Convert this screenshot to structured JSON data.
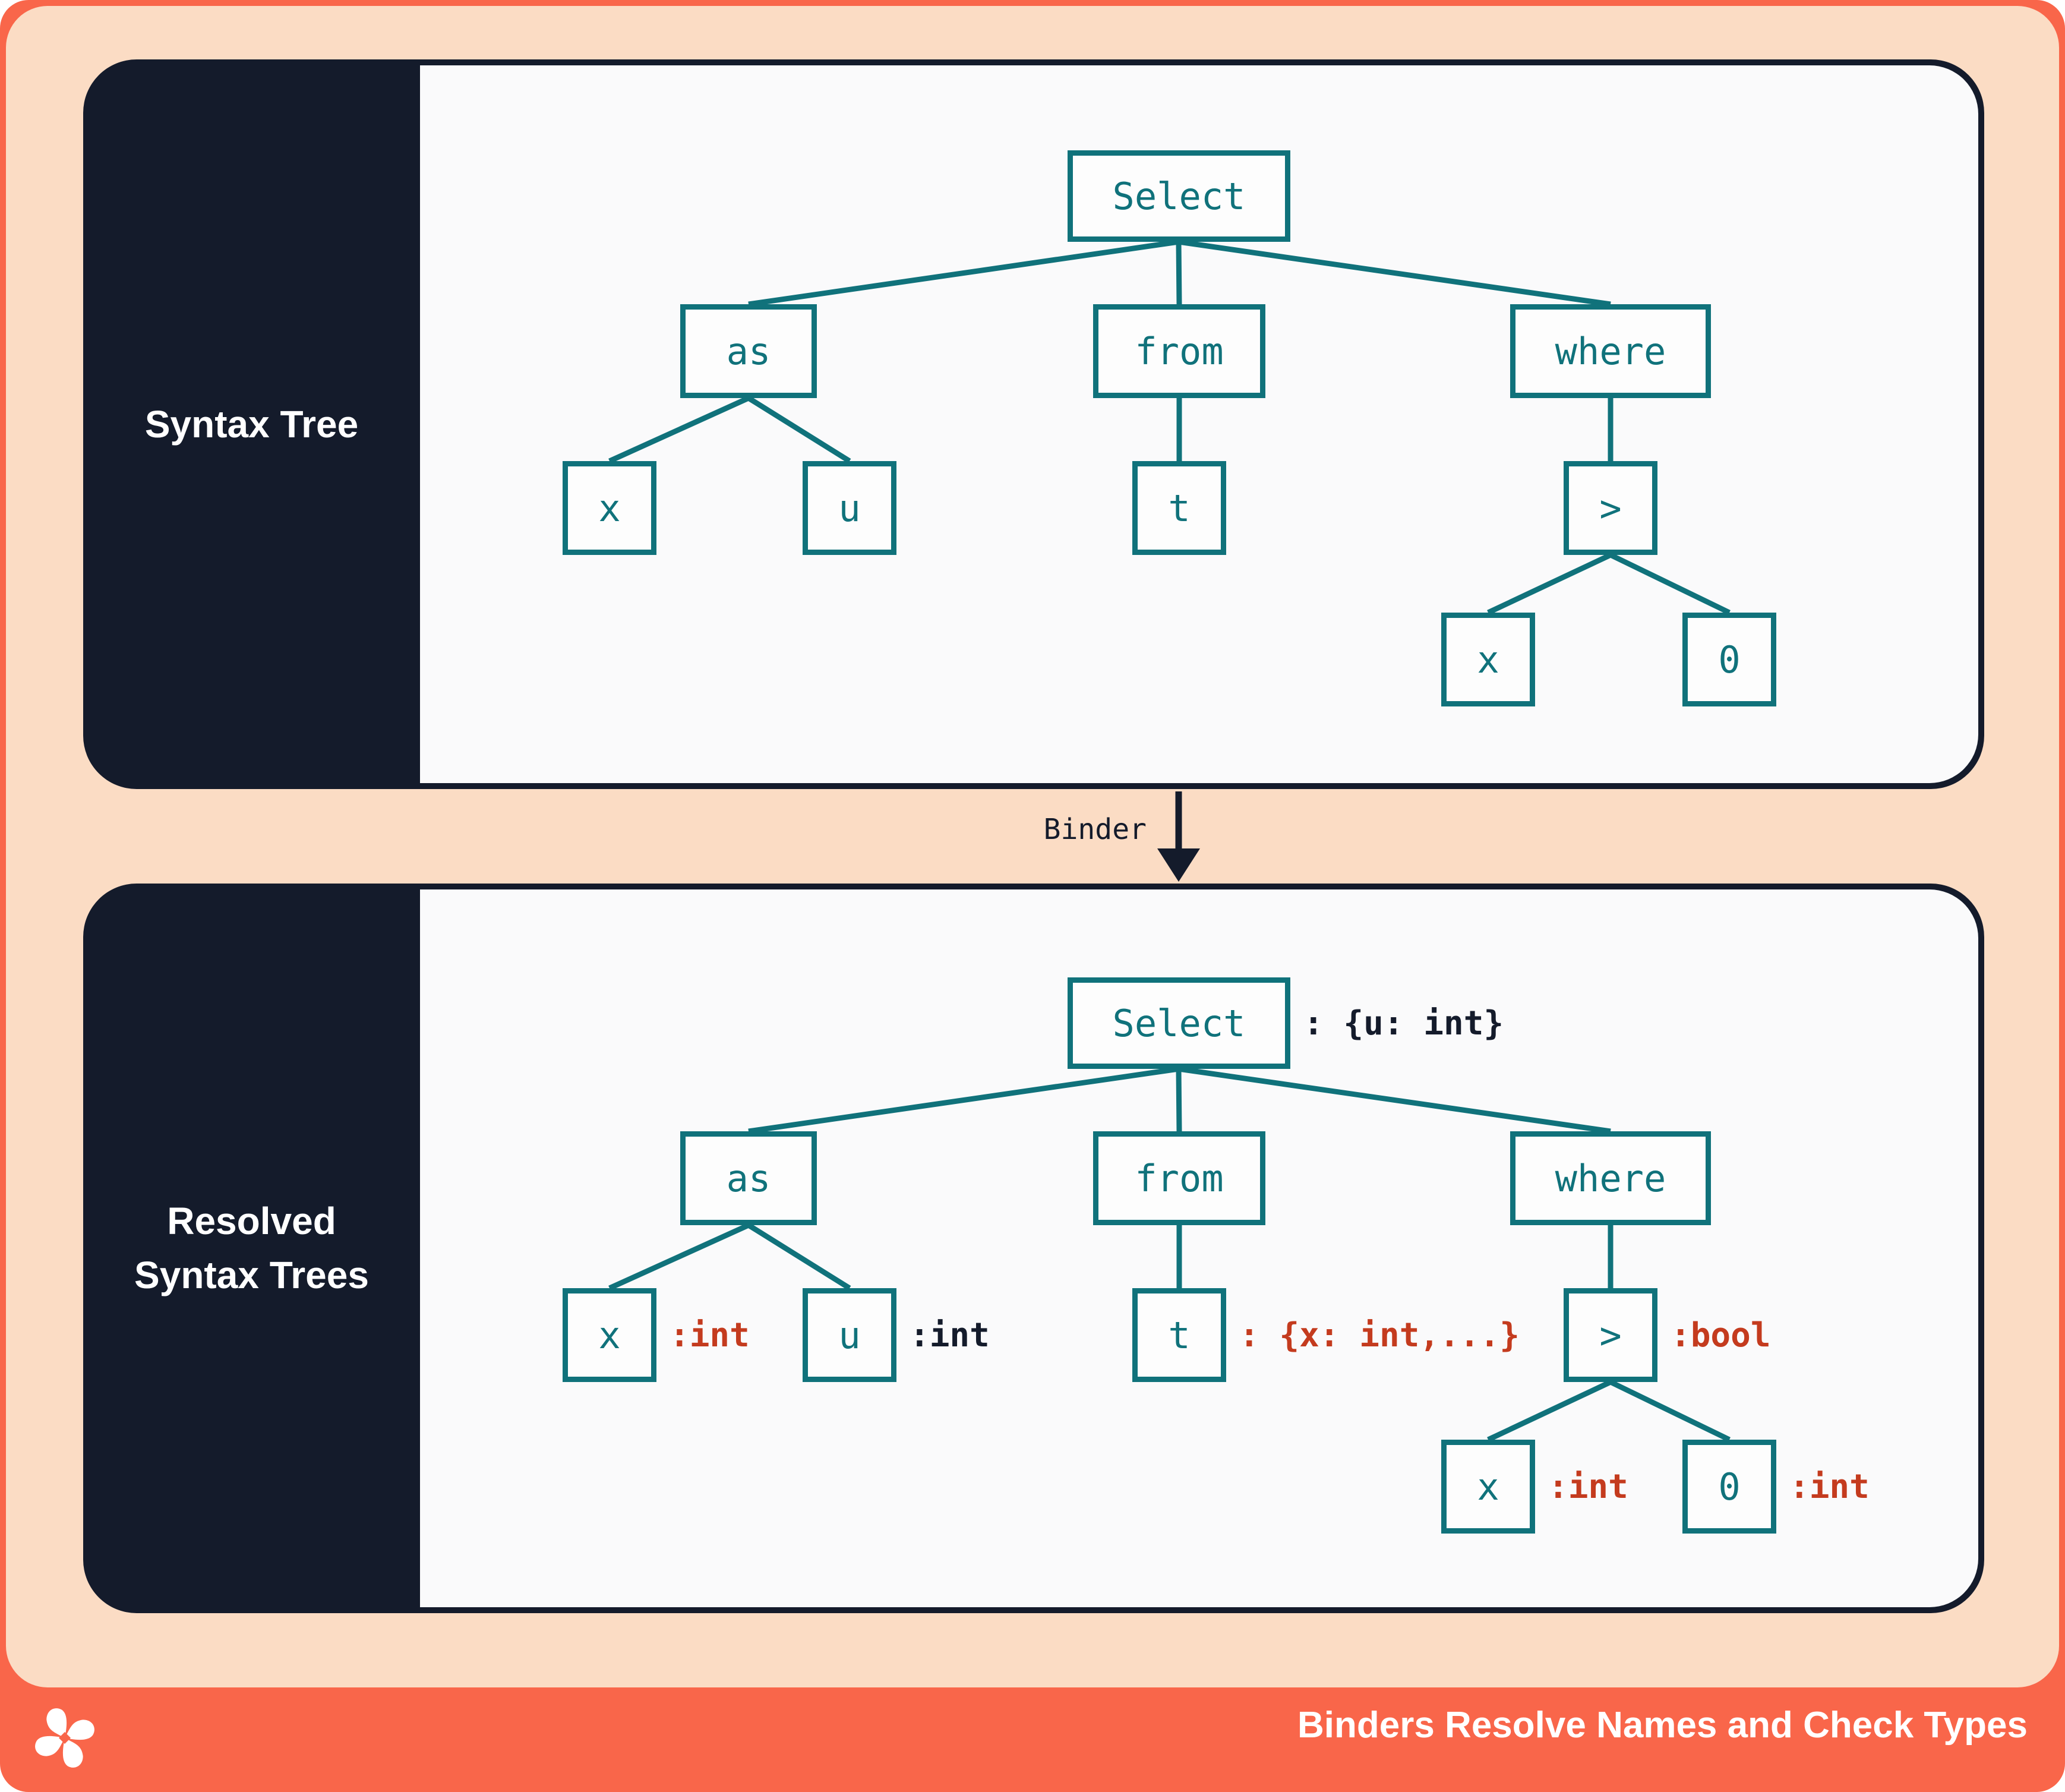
{
  "colors": {
    "frame_orange": "#F9664A",
    "peach": "#FBDCC4",
    "navy": "#141B2B",
    "panel_bg": "#FAFAFB",
    "teal": "#10727B",
    "annotation_red": "#C43B1E",
    "white": "#FFFFFF"
  },
  "panels": [
    {
      "id": "syntax",
      "label_lines": [
        "Syntax Tree"
      ]
    },
    {
      "id": "resolved",
      "label_lines": [
        "Resolved",
        "Syntax Trees"
      ]
    }
  ],
  "binder": {
    "label": "Binder"
  },
  "trees": {
    "syntax": {
      "nodes": [
        {
          "id": "select",
          "label": "Select"
        },
        {
          "id": "as",
          "label": "as"
        },
        {
          "id": "from",
          "label": "from"
        },
        {
          "id": "where",
          "label": "where"
        },
        {
          "id": "x1",
          "label": "x"
        },
        {
          "id": "u",
          "label": "u"
        },
        {
          "id": "t",
          "label": "t"
        },
        {
          "id": "gt",
          "label": ">"
        },
        {
          "id": "x2",
          "label": "x"
        },
        {
          "id": "zero",
          "label": "0"
        }
      ]
    },
    "resolved": {
      "nodes": [
        {
          "id": "select",
          "label": "Select",
          "annotation": ": {u: int}",
          "annotation_color": "navy"
        },
        {
          "id": "as",
          "label": "as"
        },
        {
          "id": "from",
          "label": "from"
        },
        {
          "id": "where",
          "label": "where"
        },
        {
          "id": "x1",
          "label": "x",
          "annotation": ":int",
          "annotation_color": "red"
        },
        {
          "id": "u",
          "label": "u",
          "annotation": ":int",
          "annotation_color": "navy"
        },
        {
          "id": "t",
          "label": "t",
          "annotation": ": {x: int,...}",
          "annotation_color": "red"
        },
        {
          "id": "gt",
          "label": ">",
          "annotation": ":bool",
          "annotation_color": "red"
        },
        {
          "id": "x2",
          "label": "x",
          "annotation": ":int",
          "annotation_color": "red"
        },
        {
          "id": "zero",
          "label": "0",
          "annotation": ":int",
          "annotation_color": "red"
        }
      ]
    }
  },
  "footer": {
    "title": "Binders Resolve Names and Check Types",
    "logo": "pinwheel-logo"
  }
}
